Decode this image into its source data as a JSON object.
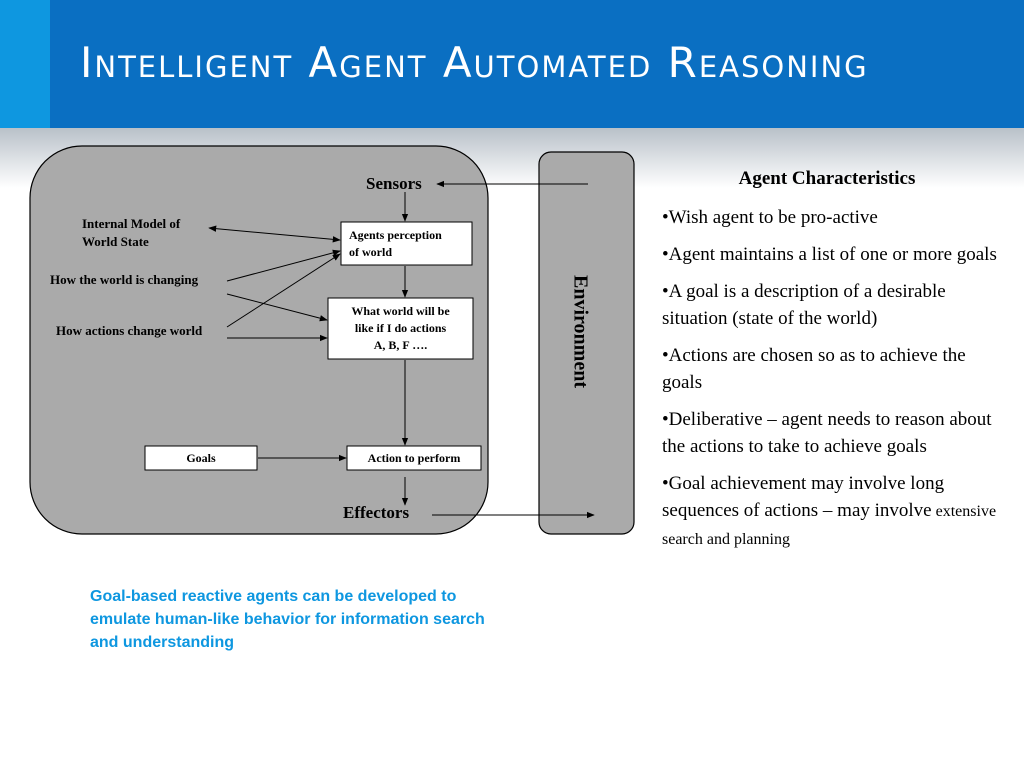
{
  "slide": {
    "title": "Intelligent Agent Automated Reasoning"
  },
  "diagram": {
    "sensors": "Sensors",
    "effectors": "Effectors",
    "environment": "Environment",
    "internal_model": [
      "Internal Model of",
      "World State"
    ],
    "world_changing": "How the world is changing",
    "actions_change": "How actions change world",
    "perception": [
      "Agents perception",
      "of world"
    ],
    "what_world": [
      "What world will be",
      "like if I do actions",
      "A, B, F …."
    ],
    "goals": "Goals",
    "action": "Action to perform"
  },
  "caption": "Goal-based reactive agents can be developed to emulate human-like behavior for information search and understanding",
  "characteristics": {
    "heading": "Agent Characteristics",
    "items": [
      "•Wish agent to be pro-active",
      "•Agent maintains a list of one or more goals",
      "•A goal is a description of a desirable situation (state of the world)",
      "•Actions are chosen so as to achieve the goals",
      "•Deliberative – agent needs to reason about the actions to take to achieve goals"
    ],
    "last_item_main": "•Goal achievement may involve long sequences of actions – may involve",
    "last_item_small": " extensive search and planning"
  },
  "colors": {
    "title_bar": "#0a6fc2",
    "title_accent": "#0e97e0",
    "agent_fill": "#aaaaaa",
    "caption": "#0e97e0"
  }
}
